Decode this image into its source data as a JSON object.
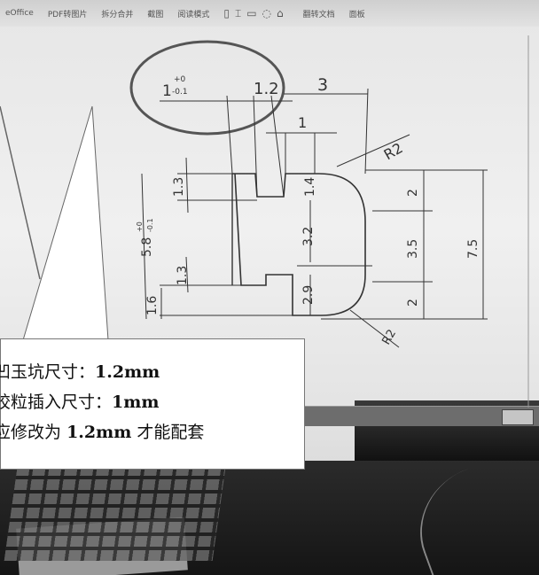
{
  "toolbar": {
    "items": [
      "eOffice",
      "PDF转图片",
      "拆分合并",
      "截图",
      "阅读模式",
      "翻转文档",
      "面板"
    ]
  },
  "drawing": {
    "tolerance_main": "1",
    "tolerance_upper": "+0",
    "tolerance_lower": "-0.1",
    "dim_1_2_top": "1.2",
    "dim_3": "3",
    "dim_1": "1",
    "dim_r2": "R2",
    "dim_1_3_top": "1.3",
    "dim_1_4": "1.4",
    "dim_2_top": "2",
    "dim_5_8_main": "5.8",
    "dim_5_8_upper": "+0",
    "dim_5_8_lower": "-0.1",
    "dim_3_2": "3.2",
    "dim_3_5": "3.5",
    "dim_7_5": "7.5",
    "dim_1_3_bottom": "1.3",
    "dim_1_6": "1.6",
    "dim_2_9": "2.9",
    "dim_2_bottom": "2",
    "dim_r2_bottom": "R2"
  },
  "callout": {
    "line1_text": "凹玉坑尺寸：",
    "line1_value": "1.2mm",
    "line2_text": "胶粒插入尺寸：",
    "line2_value": "1mm",
    "line3_text": "应修改为",
    "line3_value": "1.2mm",
    "line3_suffix": " 才能配套"
  },
  "taskbar": {
    "label": ""
  }
}
